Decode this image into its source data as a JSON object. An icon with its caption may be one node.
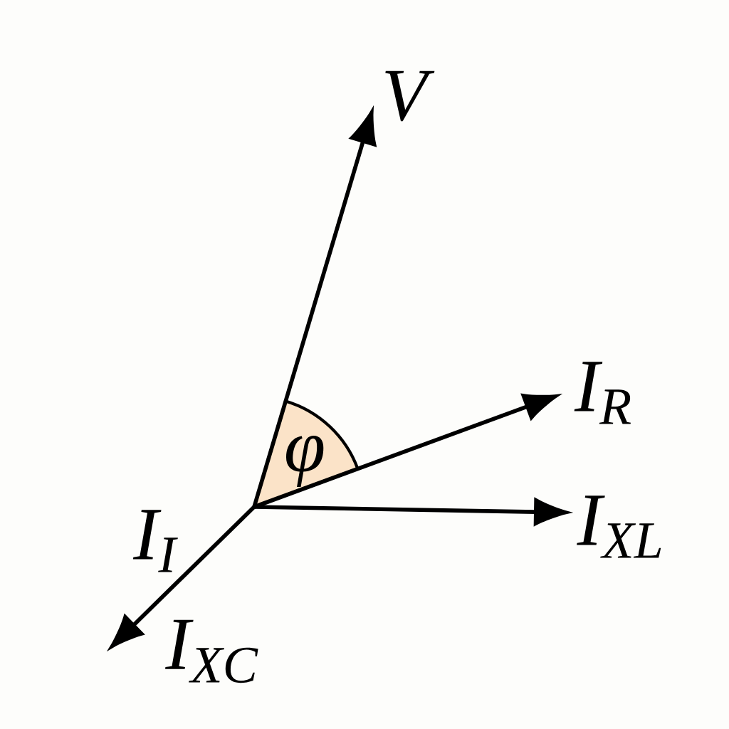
{
  "diagram": {
    "labels": [
      "V",
      "I$_{R}$",
      "φ",
      "I$_{I}$",
      "I$_{XL}$",
      "I$_{XC}$"
    ]
  }
}
